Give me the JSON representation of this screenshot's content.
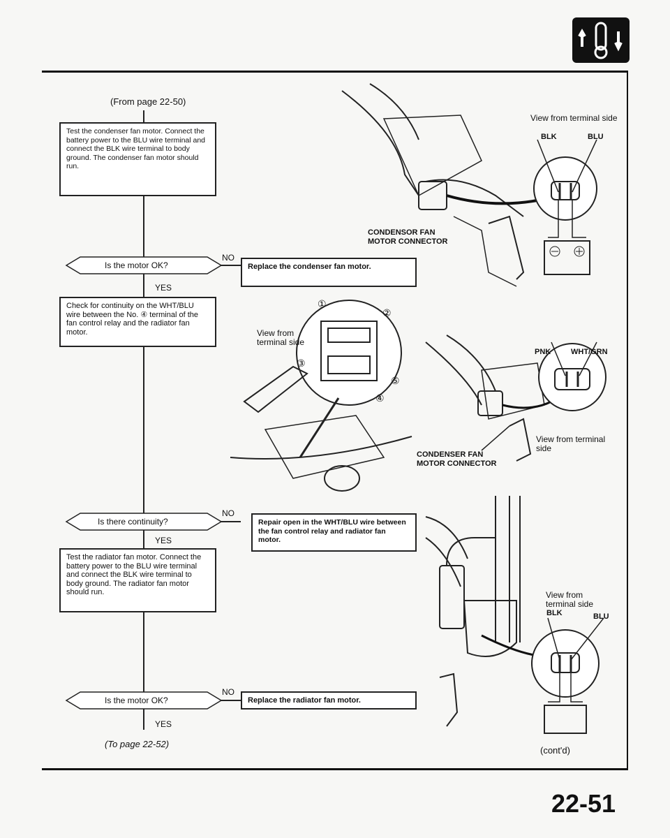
{
  "page": {
    "number": "22-51",
    "continued": "(cont'd)"
  },
  "flow": {
    "from": "(From page 22-50)",
    "to": "(To page 22-52)",
    "step1": "Test the condenser fan motor. Connect the battery power to the BLU wire terminal and connect the BLK wire terminal to body ground. The condenser fan motor should run.",
    "q1": "Is the motor OK?",
    "q1_no": "NO",
    "q1_yes": "YES",
    "r1": "Replace the condenser fan motor.",
    "step2": "Check for continuity on the WHT/BLU wire between the No. ④ terminal of the fan control relay and the radiator fan motor.",
    "q2": "Is there continuity?",
    "q2_no": "NO",
    "q2_yes": "YES",
    "r2": "Repair open in the WHT/BLU wire between the fan control relay and radiator fan motor.",
    "step3": "Test the radiator fan motor. Connect the battery power to the BLU wire terminal and connect the BLK wire terminal to body ground. The radiator fan motor should run.",
    "q3": "Is the motor OK?",
    "q3_no": "NO",
    "q3_yes": "YES",
    "r3": "Replace the radiator fan motor."
  },
  "fig1": {
    "view": "View from terminal side",
    "blk": "BLK",
    "blu": "BLU",
    "connector_l1": "CONDENSOR FAN",
    "connector_l2": "MOTOR CONNECTOR"
  },
  "fig2": {
    "view_l1": "View from",
    "view_l2": "terminal side",
    "t1": "①",
    "t2": "②",
    "t3": "③",
    "t4": "④",
    "t5": "⑤"
  },
  "fig3": {
    "pnk": "PNK",
    "wht": "WHT/GRN",
    "view_l1": "View from terminal",
    "view_l2": "side",
    "connector_l1": "CONDENSER FAN",
    "connector_l2": "MOTOR CONNECTOR"
  },
  "fig4": {
    "view_l1": "View from",
    "view_l2": "terminal side",
    "blk": "BLK",
    "blu": "BLU"
  },
  "icons": {
    "tab": "thermometer-tab-icon"
  }
}
